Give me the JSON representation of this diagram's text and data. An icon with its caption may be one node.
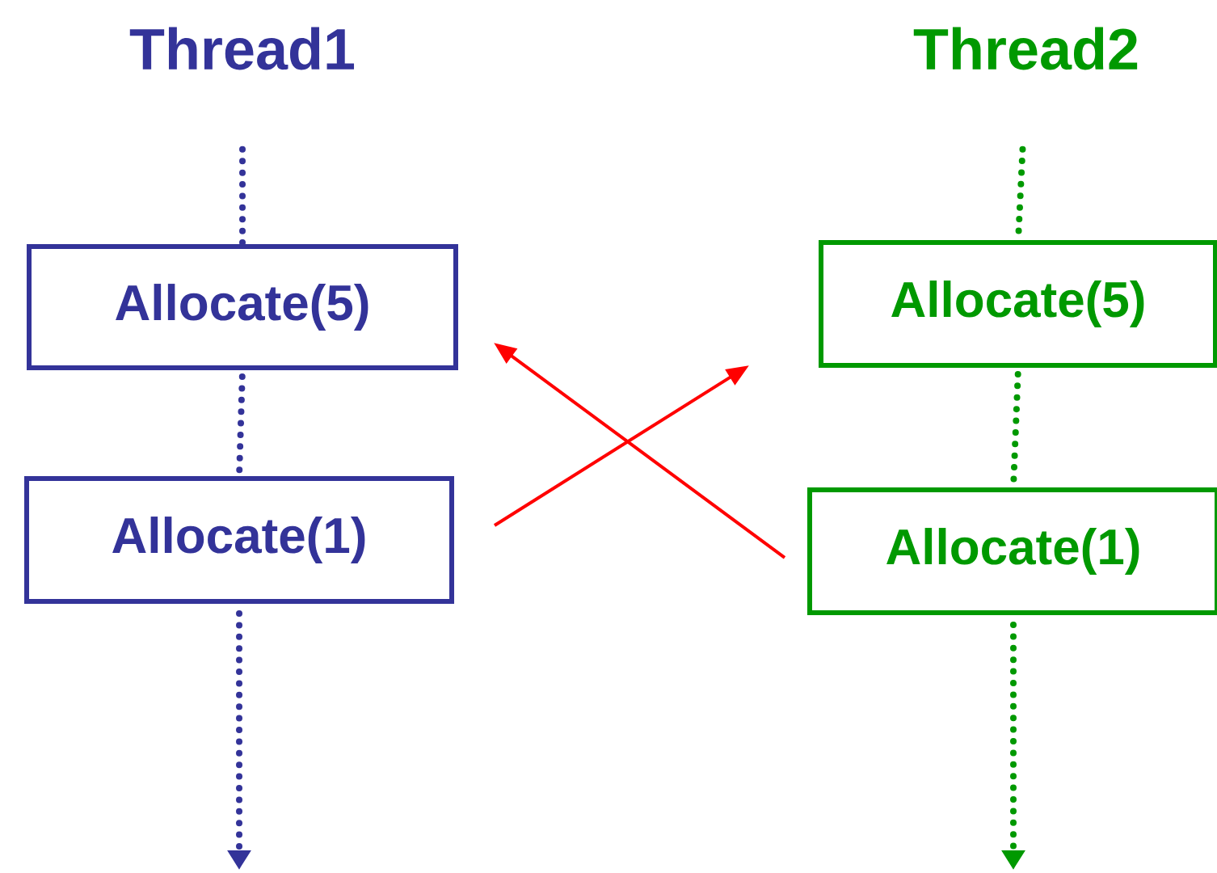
{
  "diagram": {
    "nodes": [
      {
        "text": [
          "Thread1"
        ]
      },
      {
        "text": [
          "Allocate(5)"
        ]
      },
      {
        "text": [
          "Allocate(1)"
        ]
      },
      {
        "text": [
          "Thread2"
        ]
      },
      {
        "text": [
          "Allocate(5)"
        ]
      },
      {
        "text": [
          "Allocate(1)"
        ]
      }
    ],
    "edges": [
      {
        "from": 0,
        "to": 1,
        "arrow": "none",
        "style": "dashed",
        "color": "#333399"
      },
      {
        "from": 1,
        "to": 2,
        "arrow": "none",
        "style": "dashed",
        "color": "#333399"
      },
      {
        "from": 2,
        "to": null,
        "arrow": "to",
        "style": "dashed",
        "color": "#333399"
      },
      {
        "from": 3,
        "to": 4,
        "arrow": "none",
        "style": "dashed",
        "color": "#009900"
      },
      {
        "from": 4,
        "to": 5,
        "arrow": "none",
        "style": "dashed",
        "color": "#009900"
      },
      {
        "from": 5,
        "to": null,
        "arrow": "to",
        "style": "dashed",
        "color": "#009900"
      },
      {
        "from": 2,
        "to": 4,
        "arrow": "to",
        "color": "#ff0000"
      },
      {
        "from": 5,
        "to": 1,
        "arrow": "to",
        "color": "#ff0000"
      }
    ]
  }
}
